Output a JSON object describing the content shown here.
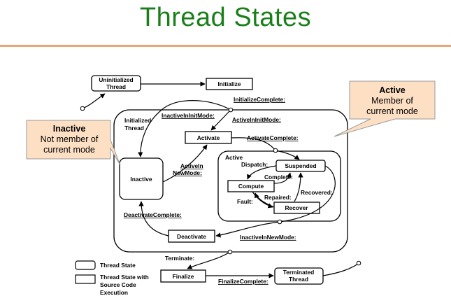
{
  "slide": {
    "title": "Thread States"
  },
  "states": {
    "uninitialized": [
      "Uninitialized",
      "Thread"
    ],
    "initialize": "Initialize",
    "activate": "Activate",
    "inactive": "Inactive",
    "suspended": "Suspended",
    "compute": "Compute",
    "recover": "Recover",
    "deactivate": "Deactivate",
    "finalize": "Finalize",
    "terminated": [
      "Terminated",
      "Thread"
    ],
    "active_group": "Active"
  },
  "transitions": {
    "initialize_complete": "InitializeComplete:",
    "initialized_thread": [
      "Initialized",
      "Thread"
    ],
    "inactive_in_init_mode": "InactiveInInitMode:",
    "active_in_init_mode": "ActiveInInitMode:",
    "activate_complete": "ActivateComplete:",
    "active_in_new_mode": [
      "ActiveIn",
      "NewMode:"
    ],
    "dispatch": "Dispatch:",
    "complete": "Complete:",
    "recovered": "Recovered:",
    "repaired": "Repaired:",
    "fault": "Fault:",
    "deactivate_complete": "DeactivateComplete:",
    "inactive_in_new_mode": "InactiveInNewMode:",
    "terminate": "Terminate:",
    "finalize_complete": "FinalizeComplete:"
  },
  "callouts": {
    "active": {
      "title": "Active",
      "lines": [
        "Member of",
        "current mode"
      ]
    },
    "inactive": {
      "title": "Inactive",
      "lines": [
        "Not member of",
        "current mode"
      ]
    }
  },
  "legend": {
    "thread_state": "Thread State",
    "thread_state_source": [
      "Thread State with",
      "Source Code",
      "Execution"
    ]
  },
  "colors": {
    "title": "#1a7f1a",
    "rule": "#e8a77a",
    "callout_fill": "#fde0c4",
    "callout_border": "#999999",
    "underline": "#dd3333"
  }
}
